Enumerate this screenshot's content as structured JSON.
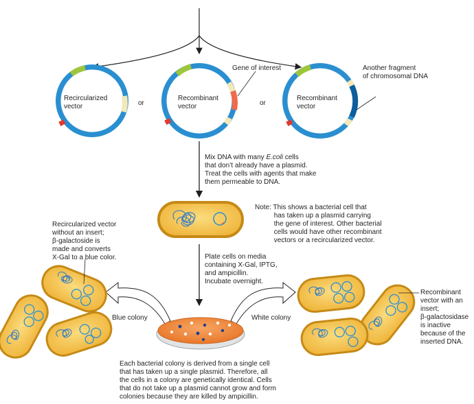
{
  "vectors": {
    "recircularized_label": "Recircularized\nvector",
    "or_left": "or",
    "recombinant1_label": "Recombinant\nvector",
    "gene_of_interest": "Gene of interest",
    "or_right": "or",
    "recombinant2_label": "Recombinant\nvector",
    "another_fragment": "Another fragment\nof chromosomal DNA"
  },
  "steps": {
    "mix_pre": "Mix DNA with many ",
    "mix_italic": "E.coli",
    "mix_post": " cells\nthat don’t already have a plasmid.\nTreat the cells with agents that make\nthem permeable to DNA.",
    "note": "Note: This shows a bacterial cell that\n          has taken up a plasmid carrying\n          the gene of interest. Other bacterial\n          cells would have other recombinant\n          vectors or a recircularized vector.",
    "recirc_note": "Recircularized vector\nwithout an insert;\nβ-galactoside is\nmade and converts\nX-Gal to a blue color.",
    "plate": "Plate cells on media\ncontaining X-Gal, IPTG,\nand ampicillin.\nIncubate overnight.",
    "blue_colony": "Blue colony",
    "white_colony": "White colony",
    "recomb_note": "Recombinant\nvector with an\ninsert;\nβ-galactosidase\nis inactive\nbecause of the\ninserted DNA.",
    "bottom": "Each bacterial colony is derived from a single cell\nthat has taken up a single plasmid. Therefore, all\nthe cells in a colony are genetically identical. Cells\nthat do not take up a plasmid cannot grow and form\ncolonies because they are killed by ampicillin."
  },
  "colors": {
    "plasmid_blue": "#2a8fd0",
    "plasmid_dark": "#0d5e9c",
    "lacz_green": "#9ec63d",
    "insert_red": "#ef6a4a",
    "cell_fill": "#f3c14e",
    "cell_edge": "#c58a16",
    "plate_orange": "#f08a3a"
  }
}
